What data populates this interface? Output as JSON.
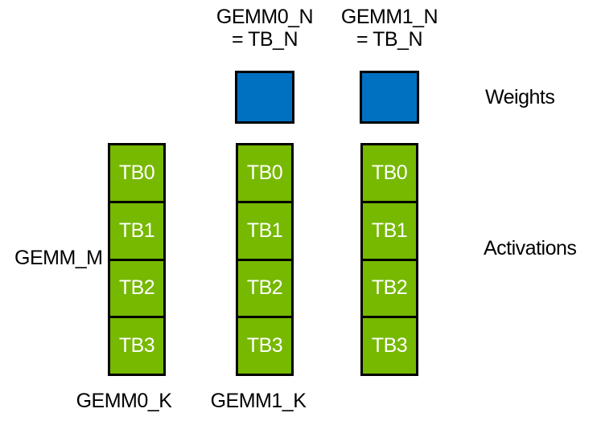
{
  "top_labels": [
    {
      "line1": "GEMM0_N",
      "line2": "= TB_N"
    },
    {
      "line1": "GEMM1_N",
      "line2": "= TB_N"
    }
  ],
  "side_labels": {
    "weights": "Weights",
    "activations": "Activations",
    "gemm_m": "GEMM_M"
  },
  "bottom_labels": [
    "GEMM0_K",
    "GEMM1_K"
  ],
  "tb_labels": [
    "TB0",
    "TB1",
    "TB2",
    "TB3"
  ],
  "colors": {
    "weights_fill": "#0070C0",
    "activations_fill": "#76B900",
    "border": "#000000",
    "text": "#000000",
    "tb_text": "#FFFFFF",
    "background": "#FFFFFF"
  }
}
